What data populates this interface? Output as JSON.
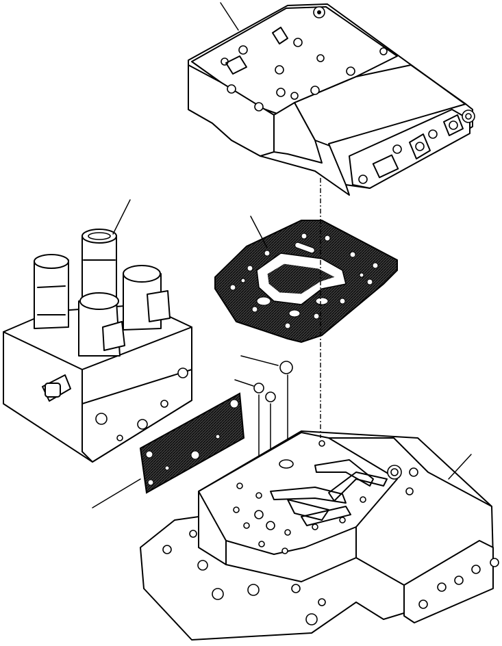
{
  "diagram": {
    "kind": "exploded-parts-view",
    "parts": [
      {
        "id": "upper-control-valve",
        "icon": "valve-block-icon"
      },
      {
        "id": "solenoid-valve-block",
        "icon": "solenoid-valve-icon"
      },
      {
        "id": "upper-gasket",
        "icon": "gasket-icon"
      },
      {
        "id": "side-gasket",
        "icon": "gasket-icon"
      },
      {
        "id": "check-balls",
        "count": 3,
        "icon": "ball-icon"
      },
      {
        "id": "lower-valve-body",
        "icon": "housing-icon"
      }
    ],
    "leader_lines": 6,
    "colors": {
      "line": "#000000",
      "background": "#ffffff",
      "hatch": "#000000"
    }
  }
}
